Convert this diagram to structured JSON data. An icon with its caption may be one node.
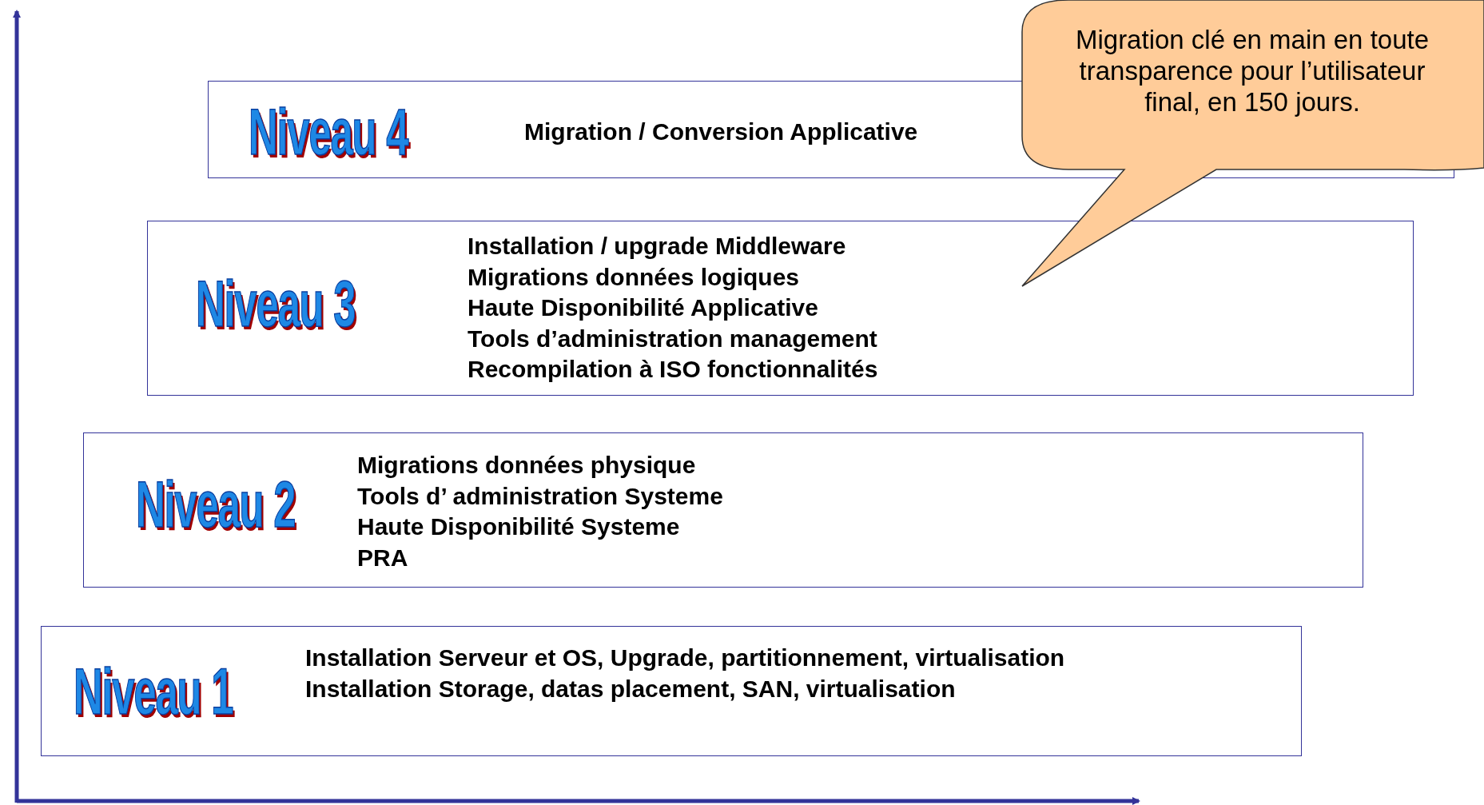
{
  "diagram": {
    "nodes": [
      {
        "text": [
          "Niveau 4",
          "Migration / Conversion Applicative"
        ]
      },
      {
        "text": [
          "Niveau 3",
          "Installation / upgrade Middleware",
          "Migrations données logiques",
          "Haute Disponibilité Applicative",
          "Tools d’administration management",
          "Recompilation à ISO fonctionnalités"
        ]
      },
      {
        "text": [
          "Niveau 2",
          "Migrations données physique",
          "Tools d’ administration Systeme",
          "Haute Disponibilité Systeme",
          "PRA"
        ]
      },
      {
        "text": [
          "Niveau 1",
          "Installation Serveur et OS, Upgrade, partitionnement, virtualisation",
          "Installation Storage, datas placement, SAN, virtualisation"
        ]
      },
      {
        "text": [
          "Migration clé en main en toute transparence pour l’utilisateur final, en 150 jours."
        ]
      }
    ]
  }
}
